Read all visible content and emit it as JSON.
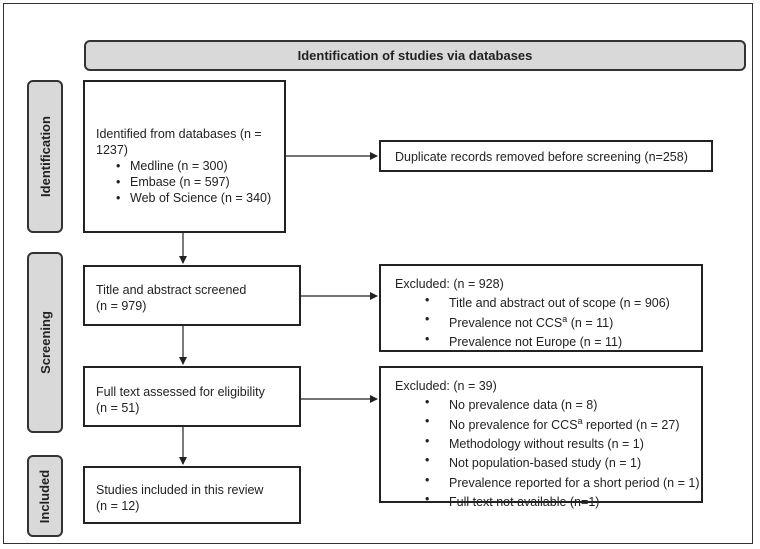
{
  "header": {
    "title": "Identification of studies via databases"
  },
  "phases": {
    "identification": "Identification",
    "screening": "Screening",
    "included": "Included"
  },
  "identified": {
    "title": "Identified from databases (n = 1237)",
    "items": [
      "Medline (n = 300)",
      "Embase (n = 597)",
      "Web of Science (n = 340)"
    ]
  },
  "duplicates": {
    "text": "Duplicate records removed before screening (n=258)"
  },
  "screened": {
    "line1": "Title and abstract screened",
    "line2": "(n = 979)"
  },
  "excluded1": {
    "title": "Excluded: (n = 928)",
    "items": [
      {
        "pre": "Title and abstract out of scope (n = 906)",
        "sup": "",
        "post": ""
      },
      {
        "pre": "Prevalence not CCS",
        "sup": "a",
        "post": " (n = 11)"
      },
      {
        "pre": "Prevalence not Europe (n = 11)",
        "sup": "",
        "post": ""
      }
    ]
  },
  "fulltext": {
    "line1": "Full text assessed for eligibility",
    "line2": "(n = 51)"
  },
  "excluded2": {
    "title": "Excluded: (n = 39)",
    "items": [
      {
        "pre": "No prevalence data (n = 8)",
        "sup": "",
        "post": ""
      },
      {
        "pre": "No prevalence for CCS",
        "sup": "a",
        "post": " reported (n = 27)"
      },
      {
        "pre": "Methodology without results (n = 1)",
        "sup": "",
        "post": ""
      },
      {
        "pre": "Not population-based study (n = 1)",
        "sup": "",
        "post": ""
      },
      {
        "pre": "Prevalence reported for a short period (n = 1)",
        "sup": "",
        "post": ""
      },
      {
        "pre": "Full text not available (n=1)",
        "sup": "",
        "post": ""
      }
    ]
  },
  "included": {
    "line1": "Studies included in this review",
    "line2": "(n = 12)"
  }
}
